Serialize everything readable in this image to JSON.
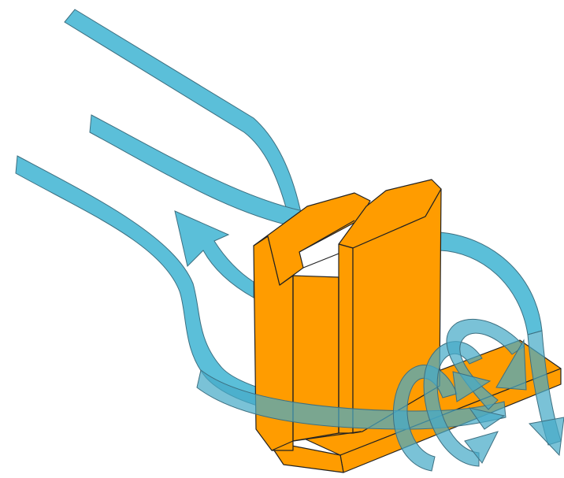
{
  "diagram": {
    "description_visible_text": "",
    "colors": {
      "flow": "#5bbfd9",
      "flow_stroke": "#3d6f80",
      "block": "#ff9c00",
      "outline": "#222222",
      "background": "#ffffff"
    },
    "elements": [
      "obstacle-block",
      "base-plate",
      "incoming-flow-ribbons",
      "horseshoe-vortex-ribbons"
    ]
  }
}
